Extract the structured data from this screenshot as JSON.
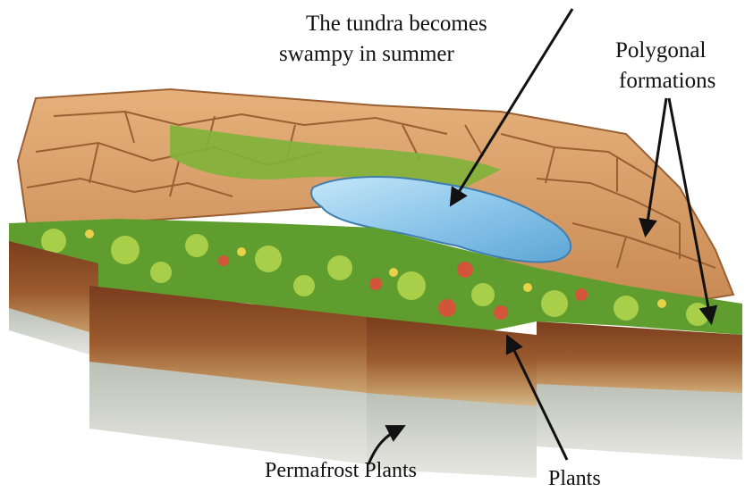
{
  "labels": {
    "tundra_line1": "The tundra becomes",
    "tundra_line2": "swampy in summer",
    "polygonal_line1": "Polygonal",
    "polygonal_line2": "formations",
    "permafrost": "Permafrost Plants",
    "plants": "Plants"
  },
  "colors": {
    "stone": "#d89a62",
    "stone_dark": "#a8683a",
    "grass": "#5f9e2e",
    "grass_light": "#a9cf4a",
    "flower": "#d2553a",
    "soil": "#8a4b26",
    "soil_light": "#c79a62",
    "permafrost": "#c9cbc3",
    "water": "#8fc9ec",
    "arrow": "#111111"
  }
}
